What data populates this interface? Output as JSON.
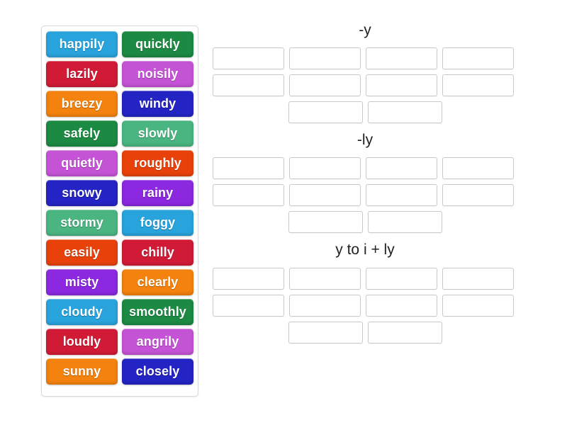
{
  "activity": {
    "type": "group-sort",
    "colors": {
      "light_blue": "#29A3DC",
      "dark_green": "#1C8A43",
      "crimson": "#D11B36",
      "orchid": "#C553D6",
      "orange": "#F4820E",
      "royal_blue": "#2424C4",
      "sea_green": "#4BB582",
      "orange_red": "#E8420A",
      "purple": "#8B28E0",
      "slot_border": "#c9c9c9",
      "panel_border": "#d8d8d8",
      "page_background": "#ffffff",
      "title_color": "#222222"
    }
  },
  "word_bank": {
    "name": "word-bank",
    "tiles": [
      {
        "label": "happily",
        "color": "#29A3DC"
      },
      {
        "label": "quickly",
        "color": "#1C8A43"
      },
      {
        "label": "lazily",
        "color": "#D11B36"
      },
      {
        "label": "noisily",
        "color": "#C553D6"
      },
      {
        "label": "breezy",
        "color": "#F4820E"
      },
      {
        "label": "windy",
        "color": "#2424C4"
      },
      {
        "label": "safely",
        "color": "#1C8A43"
      },
      {
        "label": "slowly",
        "color": "#4BB582"
      },
      {
        "label": "quietly",
        "color": "#C553D6"
      },
      {
        "label": "roughly",
        "color": "#E8420A"
      },
      {
        "label": "snowy",
        "color": "#2424C4"
      },
      {
        "label": "rainy",
        "color": "#8B28E0"
      },
      {
        "label": "stormy",
        "color": "#4BB582"
      },
      {
        "label": "foggy",
        "color": "#29A3DC"
      },
      {
        "label": "easily",
        "color": "#E8420A"
      },
      {
        "label": "chilly",
        "color": "#D11B36"
      },
      {
        "label": "misty",
        "color": "#8B28E0"
      },
      {
        "label": "clearly",
        "color": "#F4820E"
      },
      {
        "label": "cloudy",
        "color": "#29A3DC"
      },
      {
        "label": "smoothly",
        "color": "#1C8A43"
      },
      {
        "label": "loudly",
        "color": "#D11B36"
      },
      {
        "label": "angrily",
        "color": "#C553D6"
      },
      {
        "label": "sunny",
        "color": "#F4820E"
      },
      {
        "label": "closely",
        "color": "#2424C4"
      }
    ]
  },
  "groups": [
    {
      "title": "-y",
      "slot_rows": [
        {
          "centered": false,
          "slots": [
            "",
            "",
            "",
            ""
          ]
        },
        {
          "centered": false,
          "slots": [
            "",
            "",
            "",
            ""
          ]
        },
        {
          "centered": true,
          "slots": [
            "",
            ""
          ]
        }
      ]
    },
    {
      "title": "-ly",
      "slot_rows": [
        {
          "centered": false,
          "slots": [
            "",
            "",
            "",
            ""
          ]
        },
        {
          "centered": false,
          "slots": [
            "",
            "",
            "",
            ""
          ]
        },
        {
          "centered": true,
          "slots": [
            "",
            ""
          ]
        }
      ]
    },
    {
      "title": "y to i + ly",
      "slot_rows": [
        {
          "centered": false,
          "slots": [
            "",
            "",
            "",
            ""
          ]
        },
        {
          "centered": false,
          "slots": [
            "",
            "",
            "",
            ""
          ]
        },
        {
          "centered": true,
          "slots": [
            "",
            ""
          ]
        }
      ]
    }
  ]
}
